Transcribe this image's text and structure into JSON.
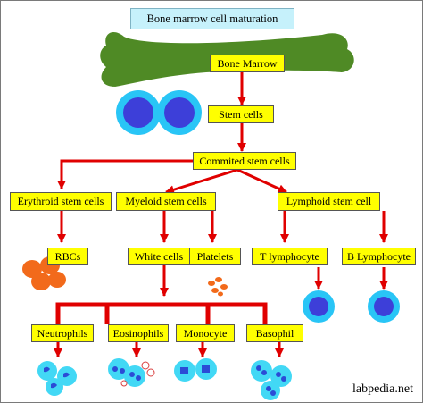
{
  "title": "Bone marrow cell maturation",
  "credit": "labpedia.net",
  "nodes": {
    "bone_marrow": "Bone Marrow",
    "stem_cells": "Stem cells",
    "committed": "Commited stem cells",
    "erythroid": "Erythroid stem cells",
    "myeloid": "Myeloid stem cells",
    "lymphoid": "Lymphoid stem cell",
    "rbcs": "RBCs",
    "white_cells": "White cells",
    "platelets": "Platelets",
    "t_lymphocyte": "T lymphocyte",
    "b_lymphocyte": "B Lymphocyte",
    "neutrophils": "Neutrophils",
    "eosinophils": "Eosinophils",
    "monocyte": "Monocyte",
    "basophil": "Basophil"
  },
  "colors": {
    "box": "#ffff00",
    "arrow": "#e00000",
    "bone": "#4f8a25",
    "title_box": "#c6f1fb",
    "stem_outer": "#29c5f6",
    "stem_inner": "#3d3fd9",
    "rbc": "#f26a1b",
    "cell_cyan": "#42d8f5",
    "cell_dark": "#2b4cd6"
  }
}
